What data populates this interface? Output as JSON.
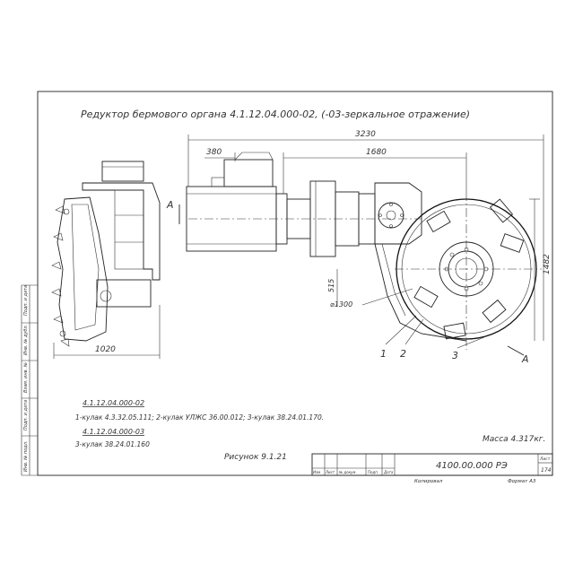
{
  "title": "Редуктор бермового органа 4.1.12.04.000-02,   (-03-зеркальное отражение)",
  "dimensions": {
    "overall": "3230",
    "motor_len": "1680",
    "flange": "380",
    "width_side": "1020",
    "height": "1482",
    "axis": "515",
    "diameter": "⌀1300"
  },
  "section_mark": "A",
  "part_callouts": [
    "1",
    "2",
    "3"
  ],
  "notes": {
    "variant_02": "4.1.12.04.000-02",
    "variant_02_desc": "1-кулак 4.3.32.05.111;  2-кулак УЛЖС 36.00.012;  3-кулак 38.24.01.170.",
    "variant_03": "4.1.12.04.000-03",
    "variant_03_desc": "3-кулак 38.24.01.160"
  },
  "mass": "Масса  4.317кг.",
  "figure": "Рисунок 9.1.21",
  "title_block": {
    "doc_number": "4100.00.000 РЭ",
    "cols": [
      "Изм",
      "Лист",
      "№ докум.",
      "Подп.",
      "Дата"
    ],
    "copied": "Копировал",
    "format": "Формат   А3",
    "sheet_label": "Лист",
    "sheet_no": "174"
  },
  "side_stamps": [
    "Инв. № подл.",
    "Подп. и дата",
    "Взам. инв. №",
    "Инв. № дубл.",
    "Подп. и дата"
  ]
}
